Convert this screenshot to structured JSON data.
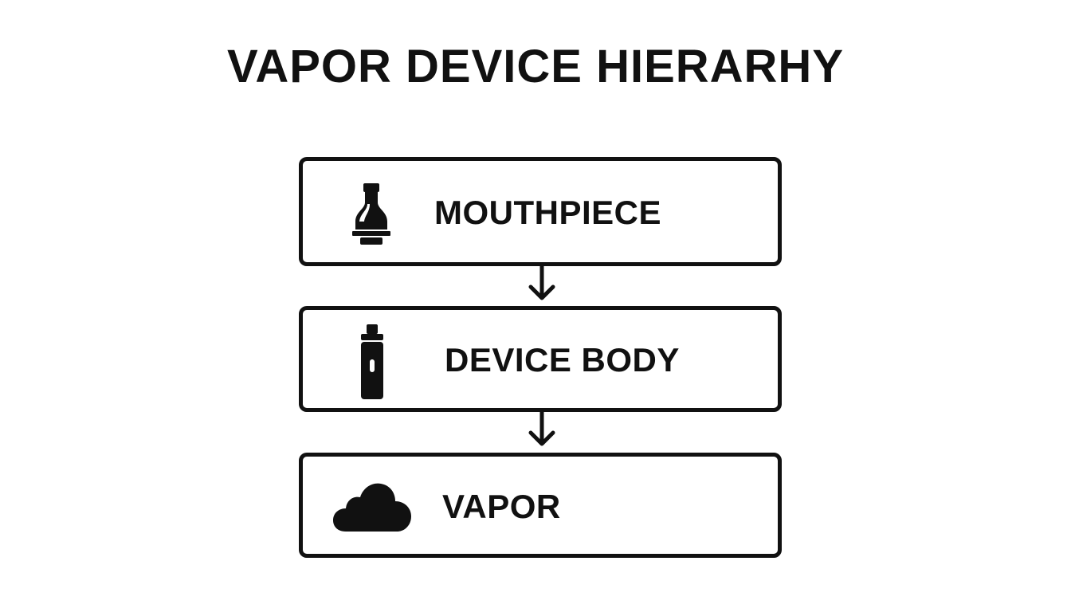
{
  "title": "VAPOR DEVICE HIERARHY",
  "colors": {
    "stroke": "#111111",
    "background": "#ffffff"
  },
  "nodes": [
    {
      "label": "MOUTHPIECE",
      "icon": "mouthpiece-icon"
    },
    {
      "label": "DEVICE BODY",
      "icon": "device-body-icon"
    },
    {
      "label": "VAPOR",
      "icon": "cloud-icon"
    }
  ],
  "connectors": [
    {
      "from": "MOUTHPIECE",
      "to": "DEVICE BODY",
      "icon": "arrow-down-icon"
    },
    {
      "from": "DEVICE BODY",
      "to": "VAPOR",
      "icon": "arrow-down-icon"
    }
  ]
}
